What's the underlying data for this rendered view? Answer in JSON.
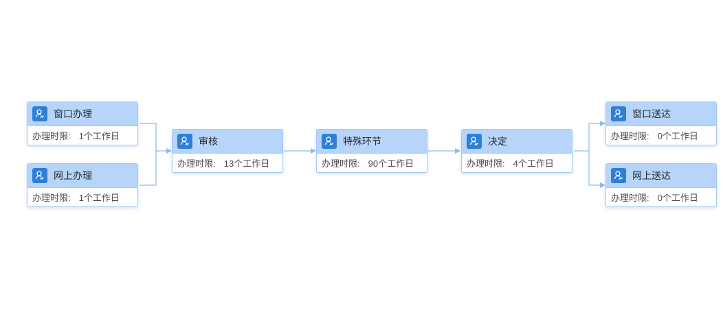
{
  "limit_label": "办理时限:",
  "colors": {
    "connector": "#8fb8ee",
    "header": "#b7d5fb",
    "icon_bg": "#2e7fd8",
    "border": "#a3c8f7"
  },
  "nodes": [
    {
      "id": "window-handle",
      "title": "窗口办理",
      "limit": "1个工作日",
      "icon": "user-sign-icon"
    },
    {
      "id": "online-handle",
      "title": "网上办理",
      "limit": "1个工作日",
      "icon": "user-sign-icon"
    },
    {
      "id": "review",
      "title": "审核",
      "limit": "13个工作日",
      "icon": "user-sign-icon"
    },
    {
      "id": "special",
      "title": "特殊环节",
      "limit": "90个工作日",
      "icon": "user-sign-icon"
    },
    {
      "id": "decision",
      "title": "决定",
      "limit": "4个工作日",
      "icon": "user-sign-icon"
    },
    {
      "id": "window-delivery",
      "title": "窗口送达",
      "limit": "0个工作日",
      "icon": "user-sign-icon"
    },
    {
      "id": "online-delivery",
      "title": "网上送达",
      "limit": "0个工作日",
      "icon": "user-sign-icon"
    }
  ],
  "edges": [
    [
      "window-handle",
      "review"
    ],
    [
      "online-handle",
      "review"
    ],
    [
      "review",
      "special"
    ],
    [
      "special",
      "decision"
    ],
    [
      "decision",
      "window-delivery"
    ],
    [
      "decision",
      "online-delivery"
    ]
  ]
}
